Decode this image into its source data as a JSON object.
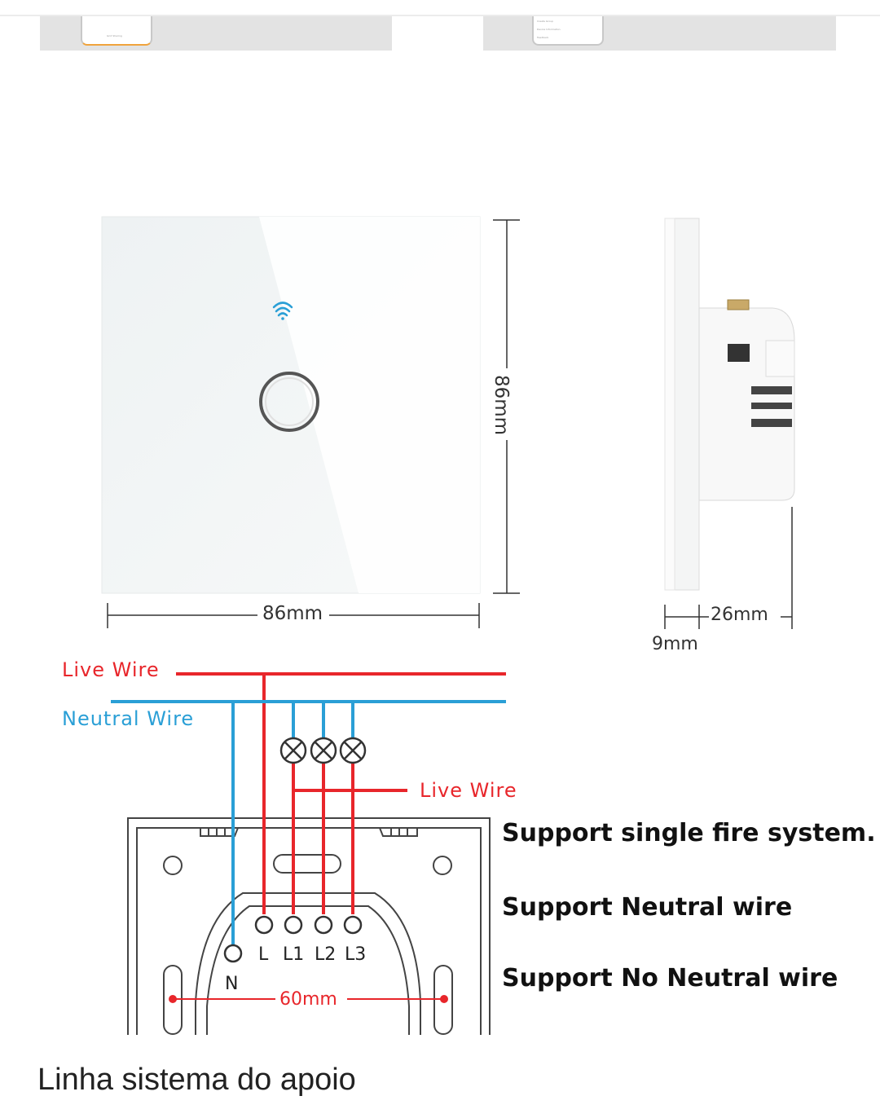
{
  "thumbnails": {
    "left_lines": [
      "Grid Sharing"
    ],
    "right_lines": [
      "Create Group",
      "Device Information",
      "Feedback"
    ]
  },
  "dimensions": {
    "front_width": "86mm",
    "front_height": "86mm",
    "side_depth_body": "26mm",
    "side_depth_panel": "9mm",
    "mount_spacing": "60mm"
  },
  "wiring": {
    "live_wire_top": "Live Wire",
    "neutral_wire": "Neutral Wire",
    "live_wire_right": "Live Wire",
    "terminals": [
      "N",
      "L",
      "L1",
      "L2",
      "L3"
    ]
  },
  "features": [
    "Support single fire system.",
    "Support Neutral wire",
    "Support No Neutral wire"
  ],
  "caption": "Linha sistema do apoio",
  "colors": {
    "live": "#e8262b",
    "neutral": "#2a9fd6",
    "wifi_icon": "#2a9fd6",
    "outline": "#444444"
  }
}
